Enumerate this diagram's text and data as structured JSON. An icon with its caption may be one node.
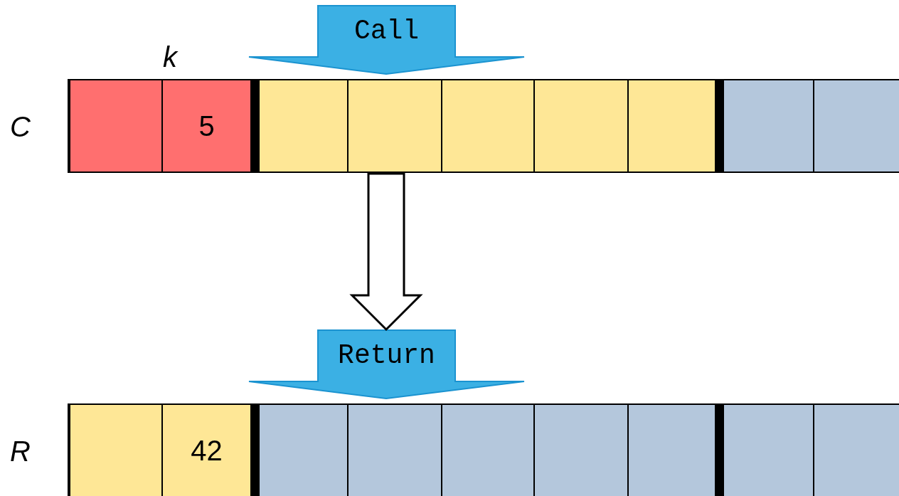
{
  "diagram": {
    "nodes": [
      {
        "text": [
          "Call"
        ]
      },
      {
        "text": [
          "C"
        ]
      },
      {
        "text": [],
        "shape": "box",
        "in": 1
      },
      {
        "text": [
          "5"
        ],
        "in": 1
      },
      {
        "text": [],
        "shape": "box",
        "in": 1
      },
      {
        "text": [],
        "shape": "box",
        "in": 1
      },
      {
        "text": [],
        "shape": "box",
        "in": 1
      },
      {
        "text": [],
        "shape": "box",
        "in": 1
      },
      {
        "text": [],
        "shape": "box",
        "in": 1
      },
      {
        "text": [],
        "shape": "box",
        "in": 1
      },
      {
        "text": [],
        "shape": "box",
        "in": 1
      },
      {
        "text": [
          "Return"
        ]
      },
      {
        "text": [
          "R"
        ]
      },
      {
        "text": [],
        "shape": "box",
        "in": 12
      },
      {
        "text": [
          "42"
        ],
        "in": 12
      },
      {
        "text": [],
        "shape": "box",
        "in": 12
      },
      {
        "text": [],
        "shape": "box",
        "in": 12
      },
      {
        "text": [],
        "shape": "box",
        "in": 12
      },
      {
        "text": [],
        "shape": "box",
        "in": 12
      },
      {
        "text": [],
        "shape": "box",
        "in": 12
      },
      {
        "text": [],
        "shape": "box",
        "in": 12
      },
      {
        "text": [],
        "shape": "box",
        "in": 12
      }
    ],
    "edges": [
      {
        "from": 1,
        "to": 11,
        "arrow": "to"
      }
    ],
    "labels": [
      "k"
    ]
  }
}
